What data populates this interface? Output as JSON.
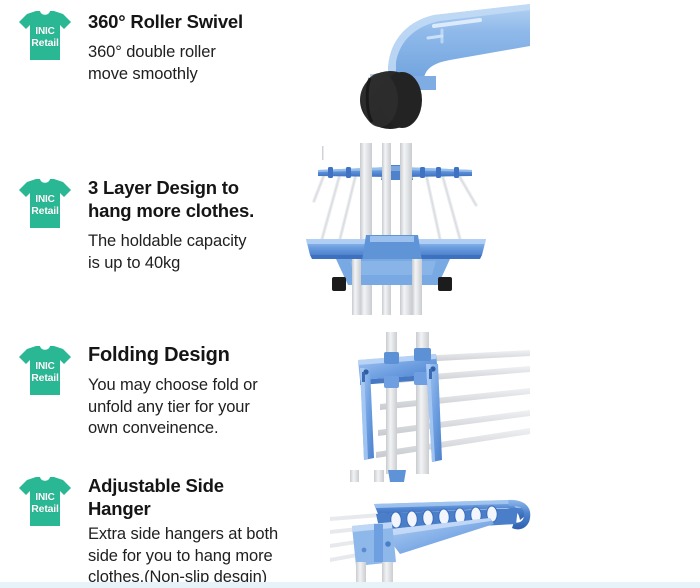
{
  "brand": {
    "logo_icon": "tshirt-icon",
    "line1": "INIC",
    "line2": "Retail",
    "shirt_color": "#2AB894",
    "text_color": "#FFFFFF"
  },
  "colors": {
    "heading": "#151515",
    "body": "#202020",
    "product_blue_dark": "#3F73C8",
    "product_blue_mid": "#6E9FE0",
    "product_blue_light": "#9CC2EE",
    "product_pole": "#D8DADD",
    "wheel_black": "#1E1E1E",
    "bottom_strip": "#E6F4FA"
  },
  "features": [
    {
      "id": "roller-swivel",
      "heading": "360° Roller Swivel",
      "body_lines": [
        "360° double roller",
        "move smoothly"
      ],
      "image_name": "caster-wheel-photo",
      "heading_align": "left"
    },
    {
      "id": "three-layer-design",
      "heading_lines": [
        "3 Layer Design to",
        "hang more clothes."
      ],
      "body_lines": [
        "The holdable capacity",
        "is up to 40kg"
      ],
      "image_name": "three-layer-rack-photo",
      "heading_align": "left"
    },
    {
      "id": "folding-design",
      "heading": "Folding Design",
      "body_lines": [
        "You may choose fold or",
        "unfold any tier for your",
        "own conveinence."
      ],
      "image_name": "folding-bracket-photo",
      "heading_align": "left"
    },
    {
      "id": "adjustable-side-hanger",
      "heading_lines": [
        "Adjustable Side",
        "Hanger"
      ],
      "body_lines": [
        "Extra side hangers at both",
        "side for you to hang more",
        "clothes.(Non-slip desgin)"
      ],
      "image_name": "side-hanger-photo",
      "heading_align": "center-second-line"
    }
  ]
}
